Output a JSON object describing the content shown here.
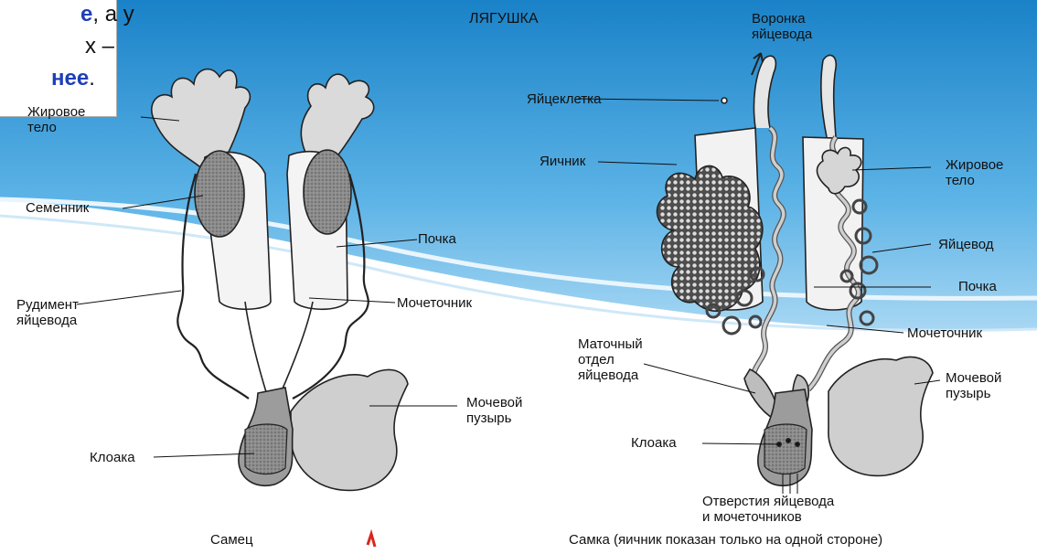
{
  "title": "ЛЯГУШКА",
  "snippet": {
    "line1_blue": "е",
    "line1_dark": ", а у",
    "line2_dark": "х –",
    "line3_blue": "нее",
    "line3_dark": "."
  },
  "male": {
    "caption": "Самец",
    "labels": {
      "fat_body": "Жировое\nтело",
      "testis": "Семенник",
      "kidney": "Почка",
      "oviduct_rudiment": "Рудимент\nяйцевода",
      "ureter": "Мочеточник",
      "bladder": "Мочевой\nпузырь",
      "cloaca": "Клоака"
    }
  },
  "female": {
    "caption": "Самка (яичник показан только на одной стороне)",
    "labels": {
      "funnel": "Воронка\nяйцевода",
      "egg": "Яйцеклетка",
      "ovary": "Яичник",
      "fat_body": "Жировое\nтело",
      "oviduct": "Яйцевод",
      "kidney": "Почка",
      "ureter": "Мочеточник",
      "uterus": "Маточный\nотдел\nяйцевода",
      "bladder": "Мочевой\nпузырь",
      "cloaca": "Клоака",
      "openings": "Отверстия яйцевода\nи мочеточников"
    }
  },
  "colors": {
    "sky_top": "#1a82c8",
    "sky_mid": "#5cb3e6",
    "sky_light": "#d6ecfa",
    "snippet_blue": "#1f3fb7",
    "accent_red": "#d9261c"
  }
}
